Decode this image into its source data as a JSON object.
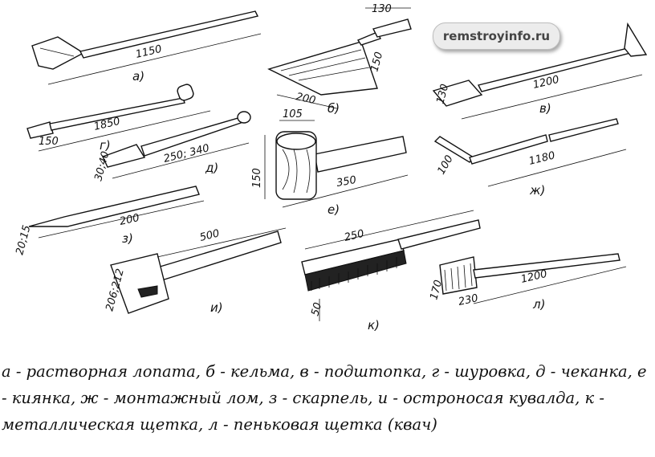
{
  "watermark": "remstroyinfo.ru",
  "dimensions": {
    "a_len": "1150",
    "b_width": "130",
    "b_height": "150",
    "b_len": "200",
    "v_width": "130",
    "v_len": "1200",
    "g_len": "1850",
    "g_dia": "150",
    "d_len": "250; 340",
    "d_width": "30;40",
    "e_head": "105",
    "e_height": "150",
    "e_len": "350",
    "zh_len": "1180",
    "zh_width": "100",
    "z_len": "200",
    "z_width": "20;15",
    "i_len": "500",
    "i_head": "206;212",
    "k_len": "250",
    "k_height": "50",
    "l_len": "1200",
    "l_height": "170",
    "l_width": "230"
  },
  "labels": {
    "a": "а)",
    "b": "б)",
    "v": "в)",
    "g": "г)",
    "d": "д)",
    "e": "е)",
    "zh": "ж)",
    "z": "з)",
    "i": "и)",
    "k": "к)",
    "l": "л)"
  },
  "caption": "а - растворная лопата, б - кельма, в - подштопка, г - шуровка, д - чеканка, е - киянка, ж - монтажный лом, з - скарпель, и - остроносая кувалда, к - металлическая щетка, л - пеньковая щетка (квач)"
}
